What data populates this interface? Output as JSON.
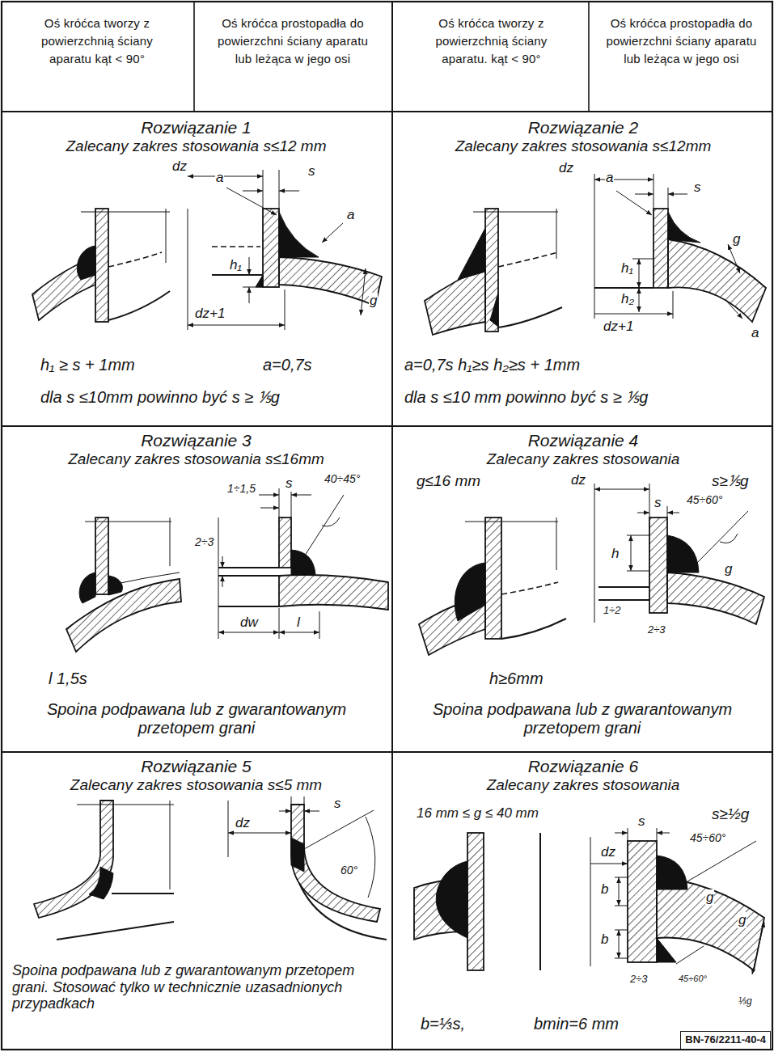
{
  "diagram": {
    "nodes": [
      {
        "text": [
          "BN-76/2211-40-4"
        ]
      }
    ],
    "labels": [
      "Oś króćca tworzy z powierzchnią ściany aparatu kąt < 90°",
      "Oś króćca prostopadła do powierzchni ściany aparatu lub leżąca w jego osi",
      "Oś króćca tworzy z powierzchnią ściany aparatu. kąt < 90°",
      "Oś króćca prostopadła do powierzchni ściany aparatu lub leżąca w jego osi",
      "Rozwiązanie 1",
      "Zalecany zakres stosowania s≤12 mm",
      "dz",
      "a",
      "s",
      "a",
      "g",
      "h₁",
      "dz+1",
      "h₁ ≥ s + 1mm",
      "a=0,7s",
      "dla s ≤10mm powinno być s ≥ ⅕g",
      "Rozwiązanie 2",
      "Zalecany zakres stosowania s≤12mm",
      "dz",
      "a",
      "s",
      "g",
      "h₁",
      "h₂",
      "dz+1",
      "a",
      "a=0,7s h₁≥s h₂≥s + 1mm",
      "dla s ≤10 mm powinno być s ≥ ⅕g",
      "Rozwiązanie 3",
      "Zalecany zakres stosowania s≤16mm",
      "1÷1,5",
      "s",
      "40÷45°",
      "2÷3",
      "dw",
      "l",
      "l 1,5s",
      "Spoina podpawana lub z gwarantowanym przetopem grani",
      "Rozwiązanie 4",
      "Zalecany zakres stosowania",
      "g≤16 mm",
      "dz",
      "s≥⅕g",
      "s",
      "45÷60°",
      "h",
      "g",
      "1÷2",
      "2÷3",
      "h≥6mm",
      "Spoina podpawana lub z gwarantowanym przetopem grani",
      "Rozwiązanie 5",
      "Zalecany zakres stosowania s≤5 mm",
      "s",
      "dz",
      "60°",
      "Spoina podpawana lub z gwarantowanym przetopem grani. Stosować tylko w technicznie uzasadnionych przypadkach",
      "Rozwiązanie 6",
      "Zalecany zakres stosowania",
      "16 mm ≤ g ≤ 40 mm",
      "s≥½g",
      "s",
      "dz",
      "45÷60°",
      "b",
      "g",
      "g",
      "b",
      "2÷3",
      "45÷60°",
      "⅓g",
      "b=⅓s,",
      "bmin=6 mm"
    ]
  }
}
